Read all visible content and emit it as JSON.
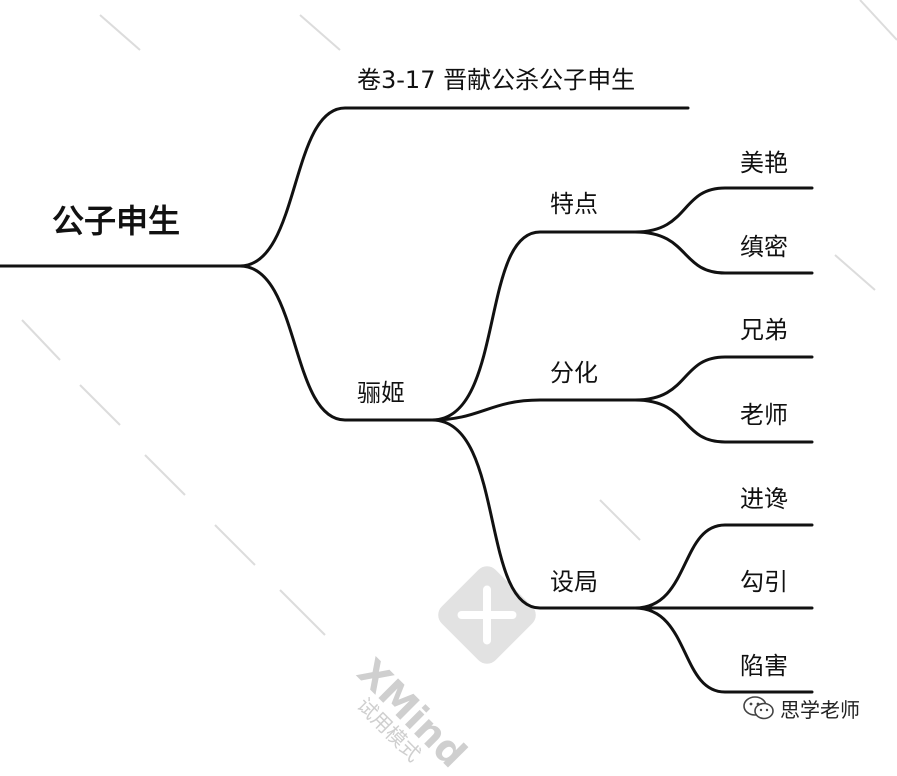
{
  "map": {
    "root": "公子申生",
    "branch_top": "卷3-17 晋献公杀公子申生",
    "branch_main": "骊姬",
    "subs": [
      {
        "label": "特点",
        "leaves": [
          "美艳",
          "缜密"
        ]
      },
      {
        "label": "分化",
        "leaves": [
          "兄弟",
          "老师"
        ]
      },
      {
        "label": "设局",
        "leaves": [
          "进谗",
          "勾引",
          "陷害"
        ]
      }
    ]
  },
  "watermark": {
    "brand": "XMind",
    "mode": "试用模式"
  },
  "credit": {
    "text": "思学老师"
  },
  "colors": {
    "line": "#111111",
    "watermark": "#d8d8d8"
  }
}
